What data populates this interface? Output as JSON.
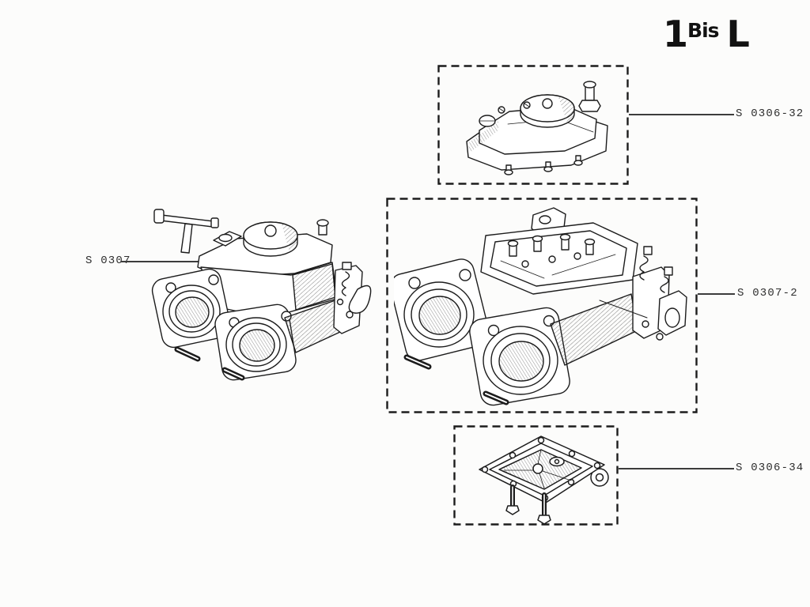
{
  "page": {
    "paper_color": "#fcfcfb",
    "ink_color": "#1c1c1c",
    "plate_mark": {
      "number": "1",
      "suffix": "Bis",
      "letter": "L"
    }
  },
  "callouts": [
    {
      "part": "carburetor-top-cover",
      "text": "S 0306-32",
      "side": "right"
    },
    {
      "part": "carburetor-main-body",
      "text": "S 0307-2",
      "side": "right"
    },
    {
      "part": "carburetor-base-plate",
      "text": "S 0306-34",
      "side": "right"
    },
    {
      "part": "carburetor-assembly",
      "text": "S 0307",
      "side": "left"
    }
  ],
  "figures": {
    "assembly": {
      "icon": "twin-carburetor-assembly-illustration",
      "boxed": false
    },
    "top_cover": {
      "icon": "carburetor-top-cover-illustration",
      "boxed": true
    },
    "main_body": {
      "icon": "carburetor-main-body-illustration",
      "boxed": true
    },
    "base_plate": {
      "icon": "carburetor-base-plate-illustration",
      "boxed": true
    }
  }
}
